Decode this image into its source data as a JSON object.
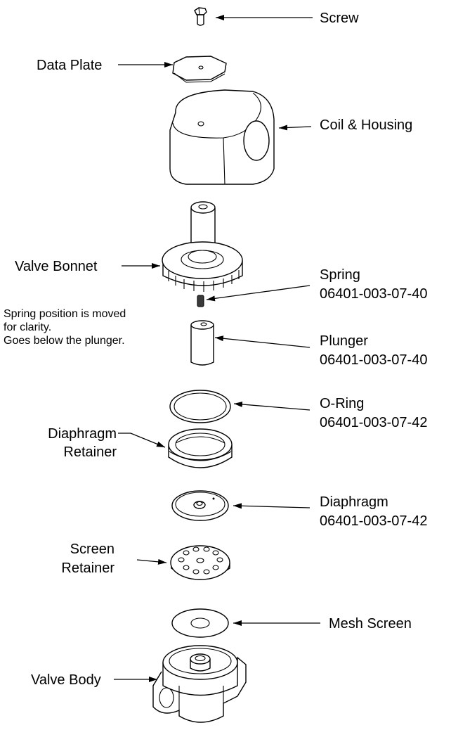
{
  "labels": {
    "screw": "Screw",
    "data_plate": "Data Plate",
    "coil_housing": "Coil & Housing",
    "valve_bonnet": "Valve Bonnet",
    "spring": "Spring",
    "spring_pn": "06401-003-07-40",
    "plunger": "Plunger",
    "plunger_pn": "06401-003-07-40",
    "o_ring": "O-Ring",
    "o_ring_pn": "06401-003-07-42",
    "diaphragm_retainer_1": "Diaphragm",
    "diaphragm_retainer_2": "Retainer",
    "diaphragm": "Diaphragm",
    "diaphragm_pn": "06401-003-07-42",
    "screen_retainer_1": "Screen",
    "screen_retainer_2": "Retainer",
    "mesh_screen": "Mesh Screen",
    "valve_body": "Valve Body"
  },
  "note": {
    "line1": "Spring position is moved",
    "line2": "for clarity.",
    "line3": "Goes below the plunger."
  }
}
